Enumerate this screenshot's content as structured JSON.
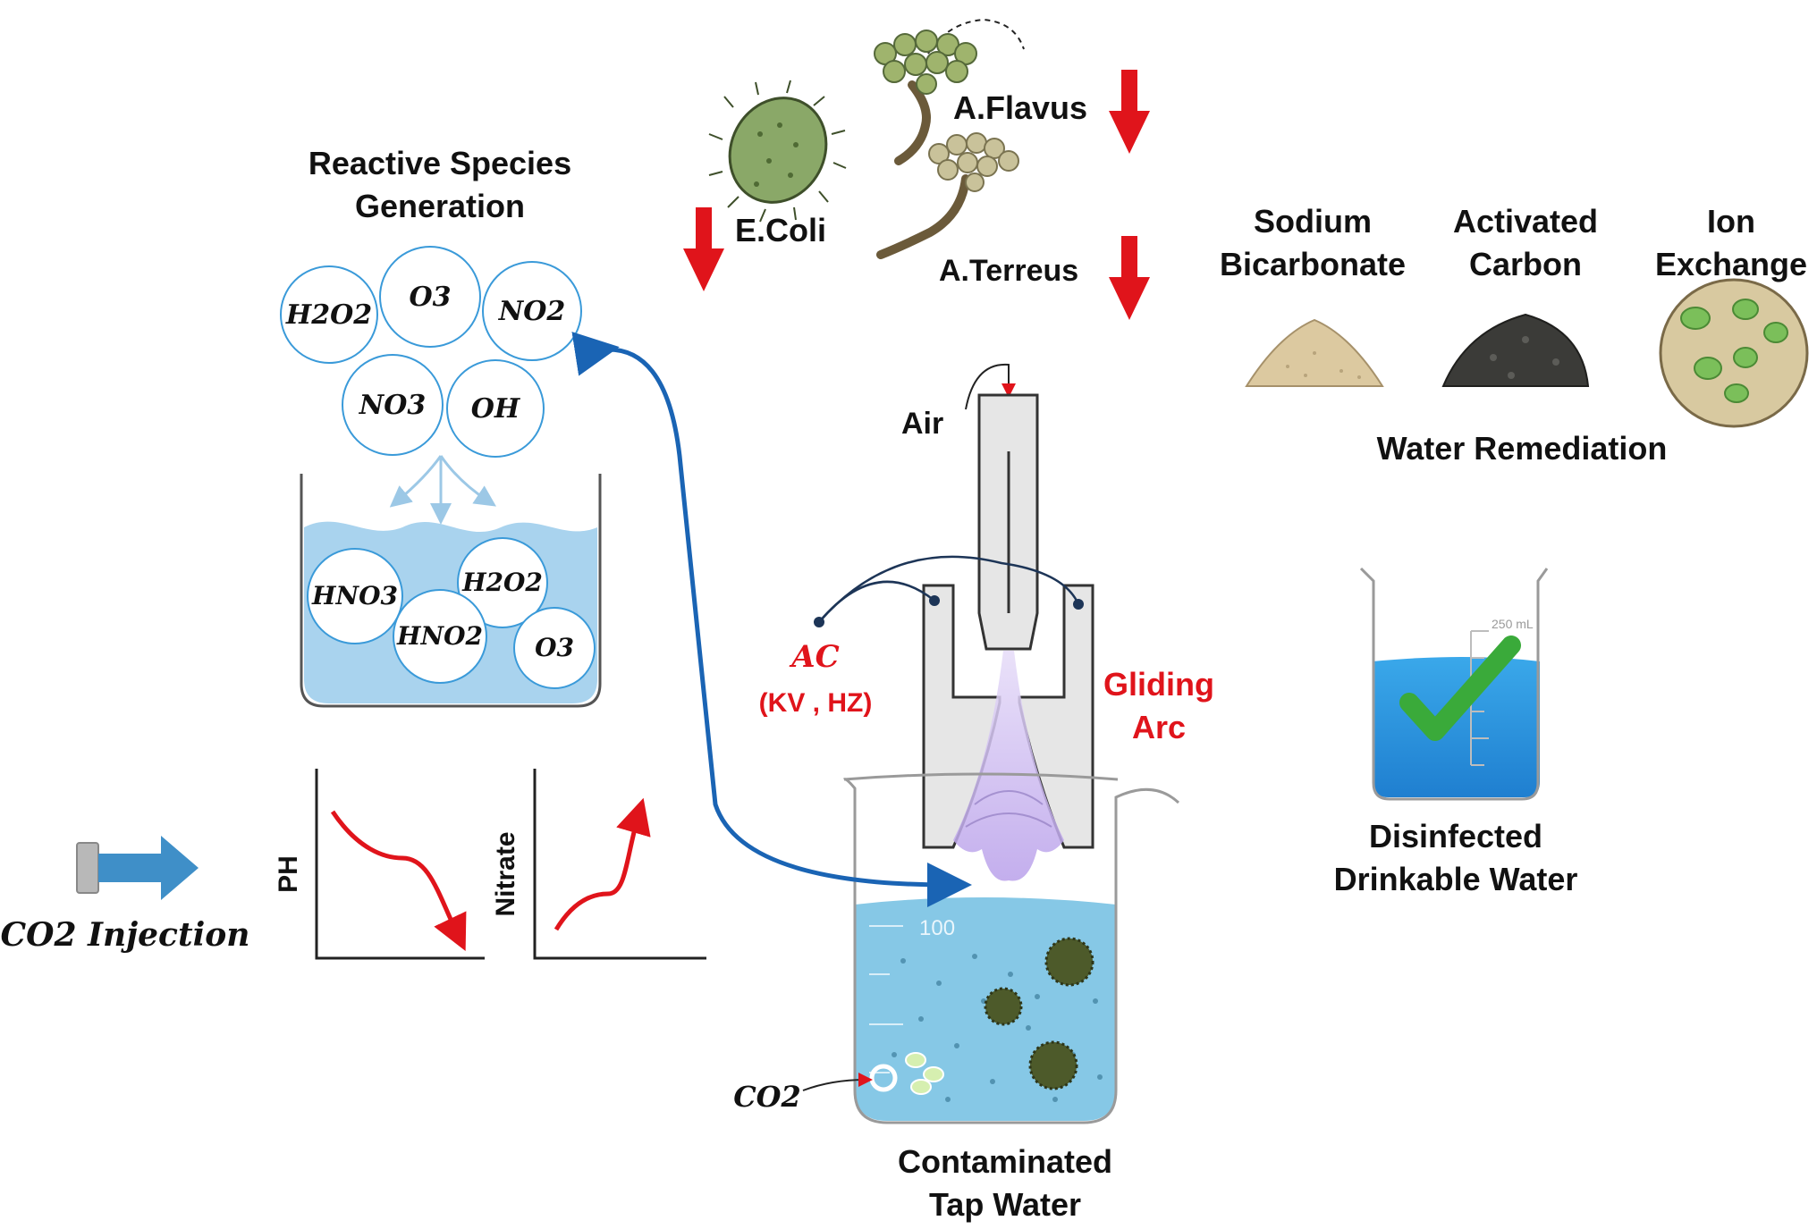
{
  "reactive_species": {
    "title_line1": "Reactive Species",
    "title_line2": "Generation",
    "gas_phase": [
      "H2O2",
      "O3",
      "NO2",
      "NO3",
      "OH"
    ],
    "liquid_phase": [
      "HNO3",
      "H2O2",
      "HNO2",
      "O3"
    ]
  },
  "pathogens": {
    "e_coli": "E.Coli",
    "a_flavus": "A.Flavus",
    "a_terreus": "A.Terreus"
  },
  "remediation": {
    "sodium_line1": "Sodium",
    "sodium_line2": "Bicarbonate",
    "carbon_line1": "Activated",
    "carbon_line2": "Carbon",
    "ion_line1": "Ion",
    "ion_line2": "Exchange",
    "caption": "Water Remediation"
  },
  "reactor": {
    "air": "Air",
    "ac": "AC",
    "ac_units": "(KV , HZ)",
    "gliding_line1": "Gliding",
    "gliding_line2": "Arc",
    "co2": "CO2",
    "beaker_mark": "100",
    "contaminated_line1": "Contaminated",
    "contaminated_line2": "Tap Water"
  },
  "clean_water": {
    "line1": "Disinfected",
    "line2": "Drinkable Water",
    "beaker_mark": "250 mL"
  },
  "co2_injection": "CO2 Injection",
  "graphs": {
    "ph_label": "PH",
    "nitrate_label": "Nitrate"
  },
  "colors": {
    "bubble_stroke": "#3a9ad9",
    "water": "#a9d3ee",
    "arrow_red": "#e0141b",
    "arrow_blue": "#1a64b4",
    "plasma": "#c9b4ee",
    "check": "#3aaa3a"
  }
}
